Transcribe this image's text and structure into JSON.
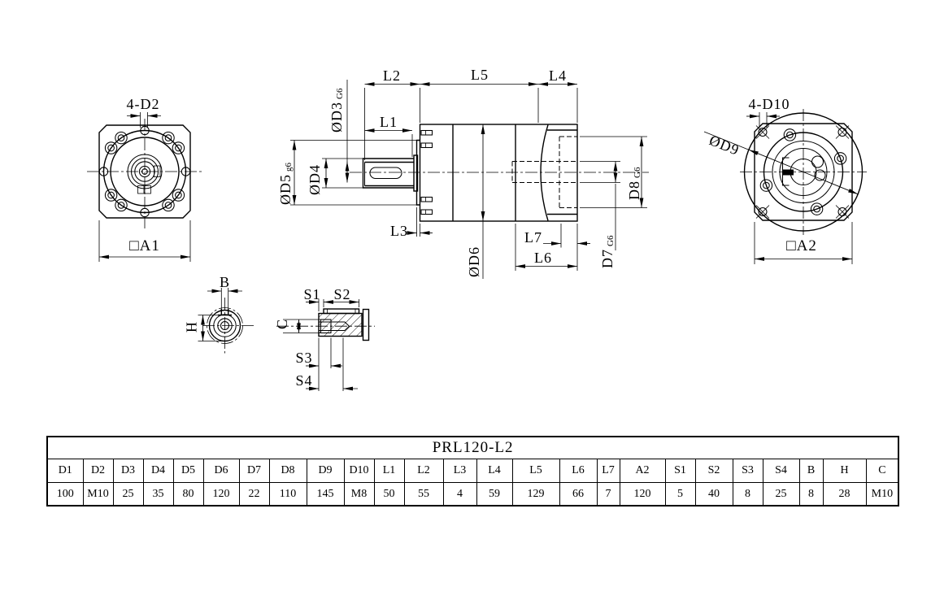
{
  "table": {
    "title": "PRL120-L2",
    "headers": [
      "D1",
      "D2",
      "D3",
      "D4",
      "D5",
      "D6",
      "D7",
      "D8",
      "D9",
      "D10",
      "L1",
      "L2",
      "L3",
      "L4",
      "L5",
      "L6",
      "L7",
      "A2",
      "S1",
      "S2",
      "S3",
      "S4",
      "B",
      "H",
      "C"
    ],
    "values": [
      "100",
      "M10",
      "25",
      "35",
      "80",
      "120",
      "22",
      "110",
      "145",
      "M8",
      "50",
      "55",
      "4",
      "59",
      "129",
      "66",
      "7",
      "120",
      "5",
      "40",
      "8",
      "25",
      "8",
      "28",
      "M10"
    ]
  },
  "views": {
    "front": {
      "holes": "4-D2",
      "square": "□A1"
    },
    "side": {
      "l1": "L1",
      "l2": "L2",
      "l3": "L3",
      "l4": "L4",
      "l5": "L5",
      "l6": "L6",
      "l7": "L7",
      "d3": "ØD3",
      "d3_tol": "G6",
      "d4": "ØD4",
      "d5": "ØD5",
      "d5_tol": "g6",
      "d6": "ØD6",
      "d7": "D7",
      "d7_tol": "G6",
      "d8": "D8",
      "d8_tol": "G6"
    },
    "rear": {
      "holes": "4-D10",
      "dia": "ØD9",
      "square": "□A2"
    },
    "shaft_end": {
      "b": "B",
      "h": "H"
    },
    "key_section": {
      "s1": "S1",
      "s2": "S2",
      "s3": "S3",
      "s4": "S4",
      "c": "C"
    }
  },
  "colors": {
    "line": "#000000",
    "background": "#ffffff"
  }
}
